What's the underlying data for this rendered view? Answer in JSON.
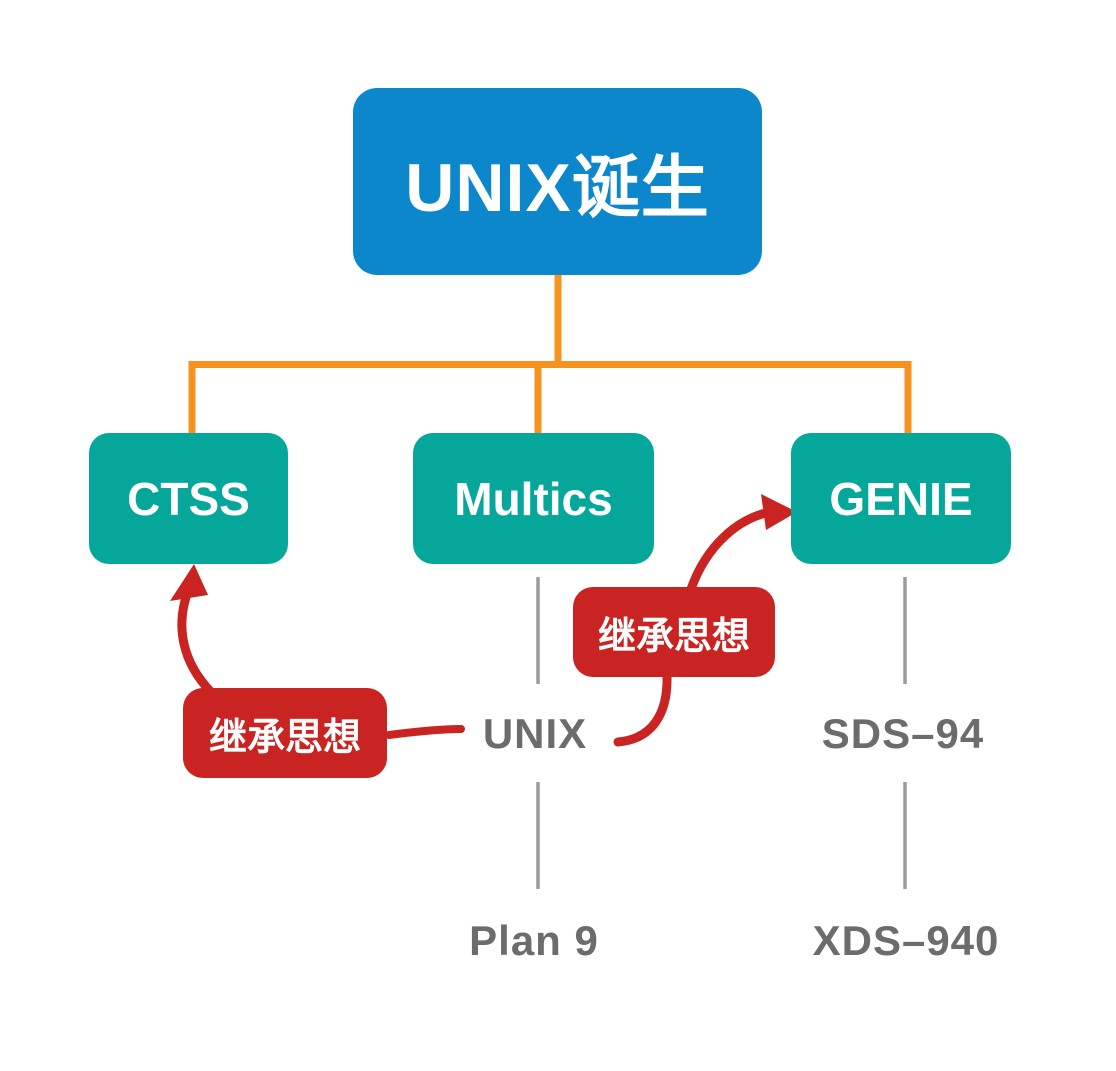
{
  "diagram": {
    "title_node": "UNIX诞生",
    "children": {
      "ctss": "CTSS",
      "multics": "Multics",
      "genie": "GENIE"
    },
    "multics_branch": {
      "unix": "UNIX",
      "plan9": "Plan 9"
    },
    "genie_branch": {
      "sds94": "SDS–94",
      "xds940": "XDS–940"
    },
    "annotations": {
      "inherit_left": "继承思想",
      "inherit_right": "继承思想"
    }
  },
  "colors": {
    "blue": "#0d87cb",
    "teal": "#06a79b",
    "red": "#c92421",
    "orange": "#f6921e",
    "gray_text": "#6c6c6c",
    "gray_line": "#9b9b9b",
    "text_on_fill": "#ffffff"
  }
}
